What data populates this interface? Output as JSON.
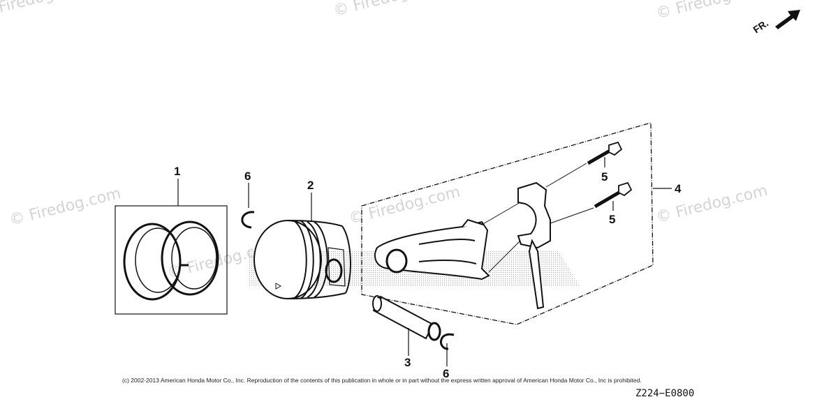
{
  "watermarks": [
    {
      "text": "© Firedog.com"
    },
    {
      "text": "© Firedog.com"
    },
    {
      "text": "© Firedog.com"
    },
    {
      "text": "© Firedog.com"
    },
    {
      "text": "© Firedog.com"
    },
    {
      "text": "© Firedog.com"
    },
    {
      "text": "© Firedog.com"
    }
  ],
  "direction_label": "FR.",
  "callouts": {
    "piston_ring_set": "1",
    "piston": "2",
    "piston_pin": "3",
    "connecting_rod_assembly": "4",
    "rod_bolt_upper": "5",
    "rod_bolt_lower": "5",
    "pin_clip_left": "6",
    "pin_clip_right": "6"
  },
  "copyright": "(c) 2002-2013 American Honda Motor Co., Inc. Reproduction of the contents of this publication in whole or in part without the express written approval of American Honda Motor Co., Inc is prohibited.",
  "drawing_code": "Z224−E0800",
  "colors": {
    "line": "#111111",
    "watermark": "#d4d4d4",
    "shading": "#bfbfbf"
  }
}
